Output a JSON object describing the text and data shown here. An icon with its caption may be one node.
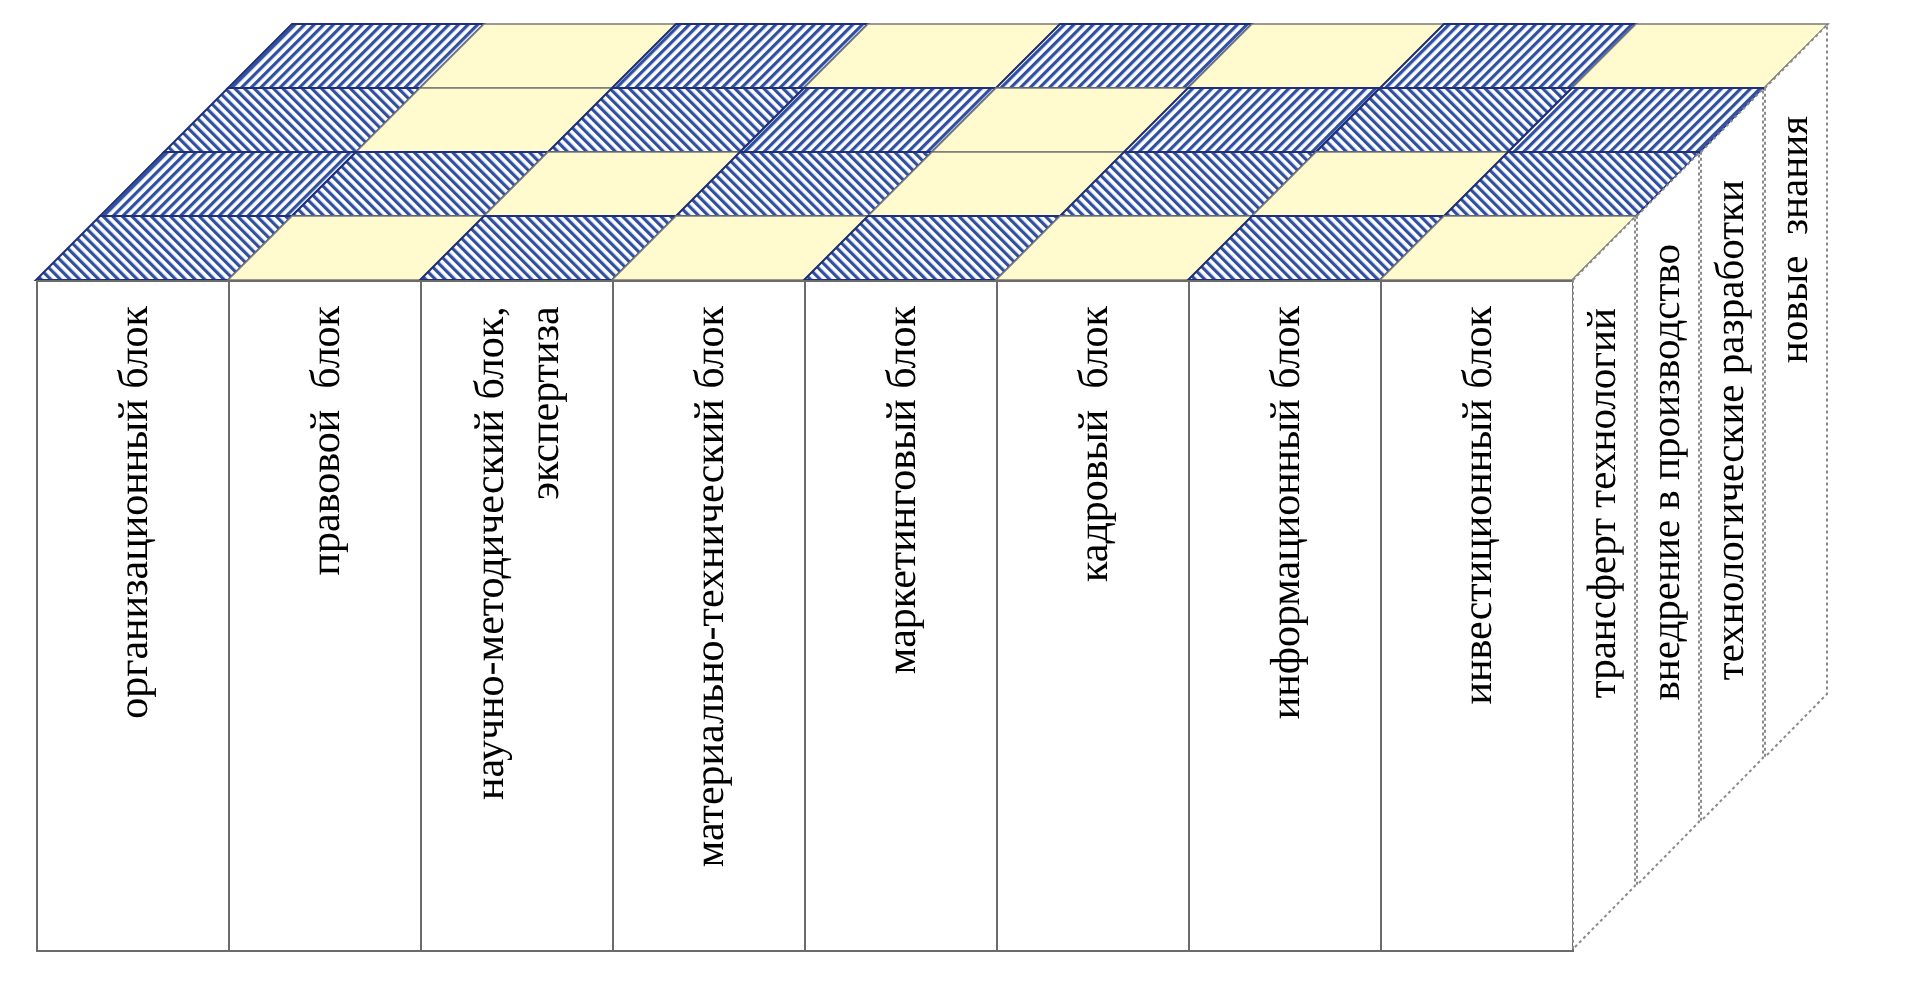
{
  "diagram": {
    "nodes": [
      {
        "text": [],
        "shape": "parallelogram"
      },
      {
        "text": [],
        "shape": "parallelogram"
      },
      {
        "text": [],
        "shape": "parallelogram"
      },
      {
        "text": [],
        "shape": "parallelogram"
      },
      {
        "text": [],
        "shape": "parallelogram"
      },
      {
        "text": [],
        "shape": "parallelogram"
      },
      {
        "text": [],
        "shape": "parallelogram"
      },
      {
        "text": [],
        "shape": "parallelogram"
      },
      {
        "text": [],
        "shape": "parallelogram"
      },
      {
        "text": [],
        "shape": "parallelogram"
      },
      {
        "text": [],
        "shape": "parallelogram"
      },
      {
        "text": [],
        "shape": "parallelogram"
      },
      {
        "text": [],
        "shape": "parallelogram"
      },
      {
        "text": [],
        "shape": "parallelogram"
      },
      {
        "text": [],
        "shape": "parallelogram"
      },
      {
        "text": [],
        "shape": "parallelogram"
      },
      {
        "text": [],
        "shape": "parallelogram"
      },
      {
        "text": [],
        "shape": "parallelogram"
      },
      {
        "text": [],
        "shape": "parallelogram"
      },
      {
        "text": [],
        "shape": "parallelogram"
      },
      {
        "text": [],
        "shape": "parallelogram"
      },
      {
        "text": [],
        "shape": "parallelogram"
      },
      {
        "text": [],
        "shape": "parallelogram"
      },
      {
        "text": [],
        "shape": "parallelogram"
      },
      {
        "text": [],
        "shape": "parallelogram"
      },
      {
        "text": [],
        "shape": "parallelogram"
      },
      {
        "text": [],
        "shape": "parallelogram"
      },
      {
        "text": [],
        "shape": "parallelogram"
      },
      {
        "text": [],
        "shape": "parallelogram"
      },
      {
        "text": [],
        "shape": "parallelogram"
      },
      {
        "text": [],
        "shape": "parallelogram"
      },
      {
        "text": [],
        "shape": "parallelogram"
      },
      {
        "text": [
          "организационный блок"
        ]
      },
      {
        "text": [
          "правовой  блок"
        ]
      },
      {
        "text": [
          "научно-методический блок, экспертиза"
        ]
      },
      {
        "text": [
          "материально-технический блок"
        ]
      },
      {
        "text": [
          "маркетинговый блок"
        ]
      },
      {
        "text": [
          "кадровый  блок"
        ]
      },
      {
        "text": [
          "информационный блок"
        ]
      },
      {
        "text": [
          "инвестиционный блок"
        ]
      },
      {
        "text": [
          "трансферт технологий"
        ]
      },
      {
        "text": [
          "внедрение в производство"
        ]
      },
      {
        "text": [
          "технологические разработки"
        ]
      },
      {
        "text": [
          "новые  знания"
        ]
      }
    ]
  }
}
